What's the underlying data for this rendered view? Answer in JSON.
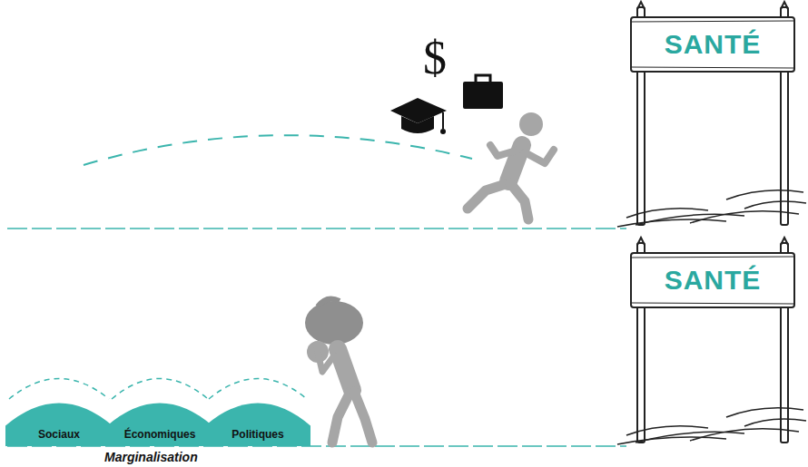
{
  "diagram": {
    "nodes": [
      {
        "text": [
          "SANTÉ"
        ]
      },
      {
        "text": [
          "Sociaux"
        ]
      },
      {
        "text": [
          "Économiques"
        ]
      },
      {
        "text": [
          "Politiques"
        ]
      },
      {
        "text": [
          "SANTÉ"
        ]
      }
    ],
    "labels": [
      "$",
      "Marginalisation"
    ]
  }
}
